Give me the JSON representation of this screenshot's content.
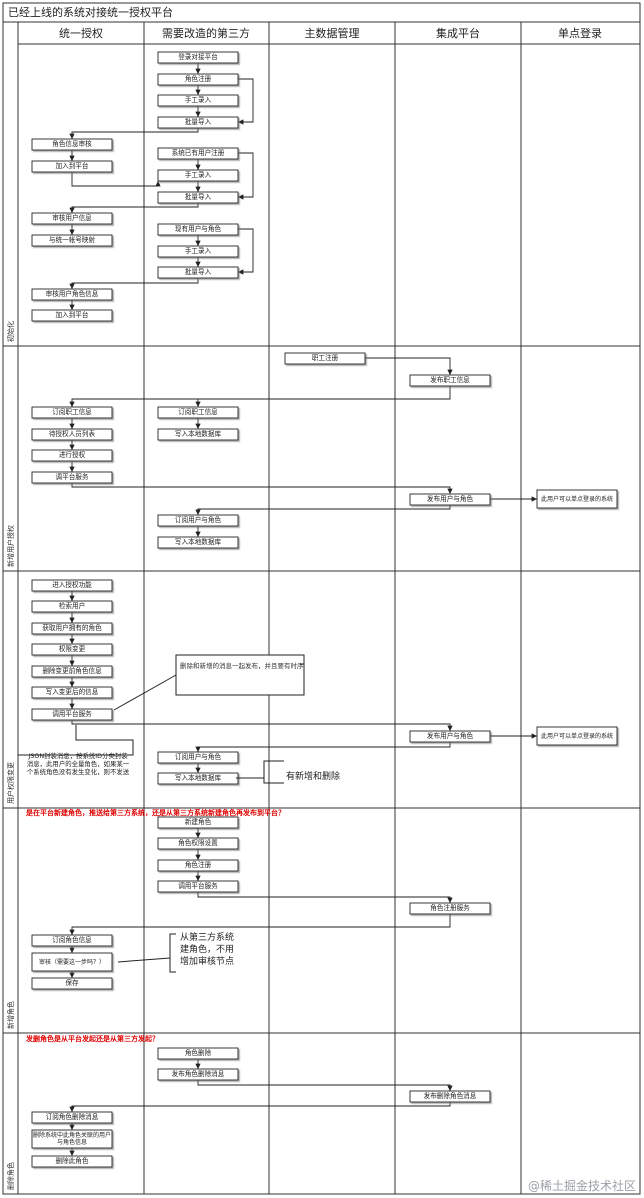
{
  "title": "已经上线的系统对接统一授权平台",
  "columns": [
    "统一授权",
    "需要改造的第三方",
    "主数据管理",
    "集成平台",
    "单点登录"
  ],
  "lanes": [
    "初始化",
    "新增用户授权",
    "用户权限变更",
    "新增角色",
    "删除角色"
  ],
  "boxes": {
    "a1": "登录对接平台",
    "a2": "角色注册",
    "a3": "手工录入",
    "a4": "批量导入",
    "a5": "角色信息审核",
    "a6": "加入到平台",
    "a7": "系统已有用户注册",
    "a8": "手工录入",
    "a9": "批量导入",
    "a10": "审核用户信息",
    "a11": "与统一帐号映射",
    "a12": "现有用户与角色",
    "a13": "手工录入",
    "a14": "批量导入",
    "a15": "审核用户角色信息",
    "a16": "加入到平台",
    "b1": "职工注册",
    "b2": "发布职工信息",
    "b3": "订阅职工信息",
    "b4": "待授权人员列表",
    "b5": "进行授权",
    "b6": "调平台服务",
    "b7": "订阅职工信息",
    "b8": "写入本地数据库",
    "b9": "发布用户与角色",
    "b10": "此用户可以单点登录的系统",
    "b11": "订阅用户与角色",
    "b12": "写入本地数据库",
    "c1": "进入授权功能",
    "c2": "检索用户",
    "c3": "获取用户拥有的角色",
    "c4": "权限变更",
    "c5": "删除变更前角色信息",
    "c6": "写入变更后的信息",
    "c7": "调用平台服务",
    "c8": "发布用户与角色",
    "c9": "此用户可以单点登录的系统",
    "c10": "订阅用户与角色",
    "c11": "写入本地数据库",
    "d1": "新建角色",
    "d2": "角色权限设置",
    "d3": "角色注册",
    "d4": "调用平台服务",
    "d5": "角色注册服务",
    "d6": "订阅角色信息",
    "d7": "审核（需要这一步吗？）",
    "d8": "保存",
    "e1": "角色删除",
    "e2": "发布角色删除消息",
    "e3": "发布删除角色消息",
    "e4": "订阅角色删除消息",
    "e5": "删除系统中此角色关联的用户与角色信息",
    "e6": "删除此角色"
  },
  "notes": {
    "n1": "删除和新增的消息一起发布，并且要有时序",
    "n2": "JSON封装消息，按系统ID分类封装消息，此用户的全量角色，如果某一个系统角色没有发生变化，则不发送",
    "n3": "有新增和删除",
    "n4": "是在平台新建角色，推送给第三方系统，还是从第三方系统新建角色再发布到平台？",
    "n5": "从第三方系统建角色，不用增加审核节点",
    "n6": "发删角色是从平台发起还是从第三方发起？"
  },
  "watermark": "@稀土掘金技术社区"
}
